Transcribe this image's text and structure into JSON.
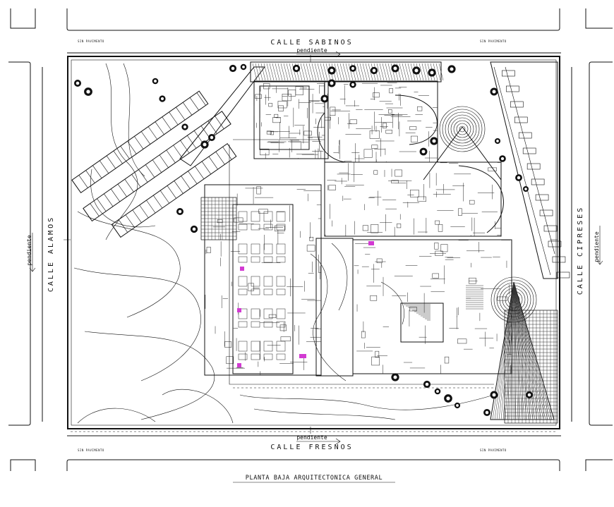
{
  "streets": {
    "top": "CALLE SABINOS",
    "bottom": "CALLE FRESNOS",
    "left": "CALLE ALAMOS",
    "right": "CALLE CIPRESES"
  },
  "slope_label": "pendiente",
  "pavement_label": "SIN PAVIMENTO",
  "drawing_title": "PLANTA BAJA ARQUITECTONICA GENERAL"
}
